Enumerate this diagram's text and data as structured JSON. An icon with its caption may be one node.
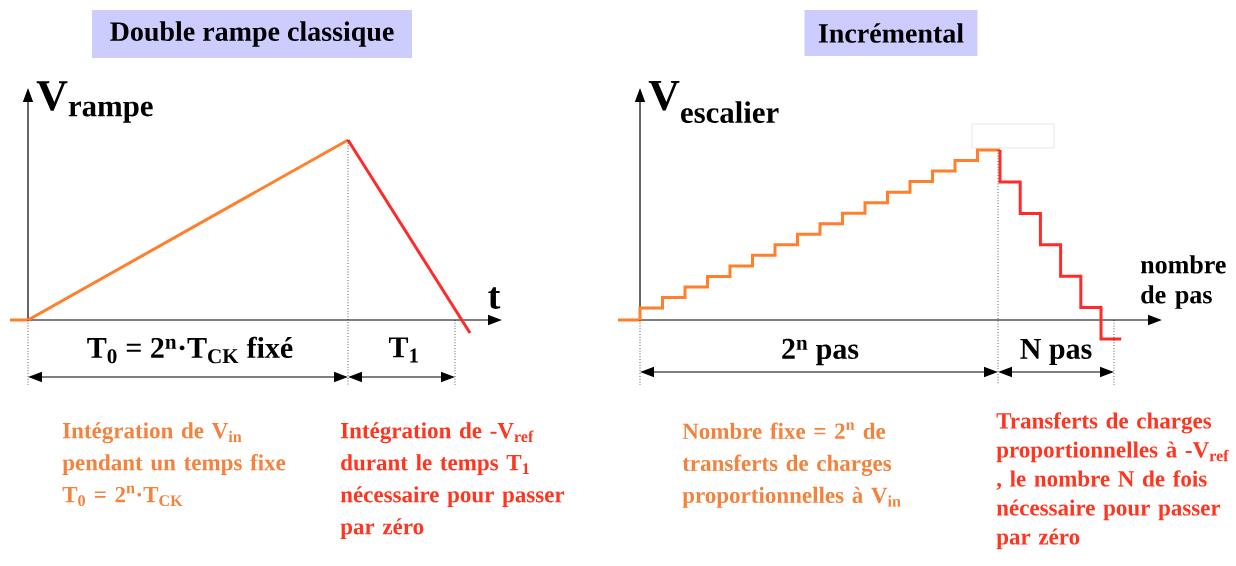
{
  "diagram": {
    "nodes": [
      {
        "text": [
          "Double rampe classique"
        ]
      },
      {
        "text": [
          "Incrémental"
        ]
      },
      {
        "text": [],
        "shape": "box"
      }
    ],
    "labels": [
      "V$_{rampe}$",
      "t",
      "T$_{0}$ = 2$^{n}$·T$_{CK}$  fixé",
      "T$_{1}$",
      "V$_{escalier}$",
      "nombre de pas",
      "2$^{n}$ pas",
      "N pas",
      "Intégration de V$_{in}$ pendant un temps fixe T$_{0}$ = 2$^{n}$·T$_{CK}$",
      "Intégration de -V$_{ref}$ durant le temps T$_{1}$ nécessaire pour passer par zéro",
      "Nombre fixe = 2$^{n}$ de transferts de charges proportionnelles à V$_{in}$",
      "Transferts de charges proportionnelles à -V$_{ref}$ , le nombre N de fois nécessaire pour passer par zéro"
    ]
  }
}
